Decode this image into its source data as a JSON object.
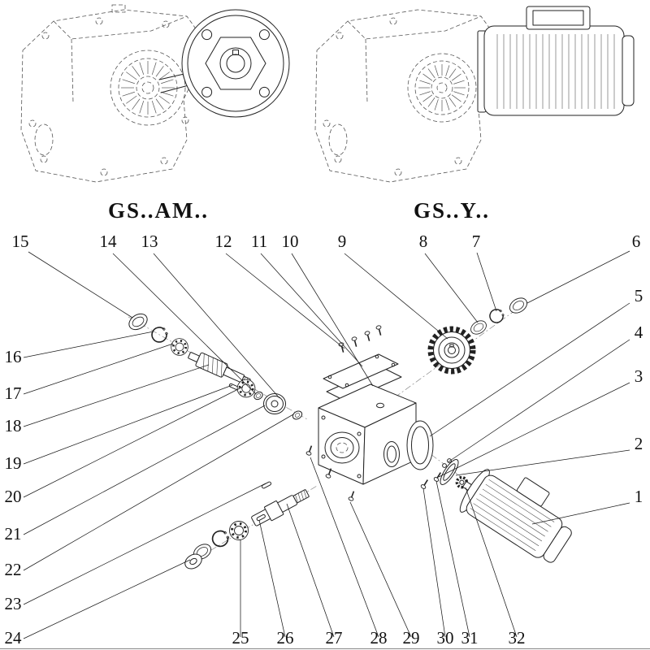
{
  "figure": {
    "variants": [
      {
        "label": "GS..AM.."
      },
      {
        "label": "GS..Y.."
      }
    ],
    "callouts": [
      "1",
      "2",
      "3",
      "4",
      "5",
      "6",
      "7",
      "8",
      "9",
      "10",
      "11",
      "12",
      "13",
      "14",
      "15",
      "16",
      "17",
      "18",
      "19",
      "20",
      "21",
      "22",
      "23",
      "24",
      "25",
      "26",
      "27",
      "28",
      "29",
      "30",
      "31",
      "32"
    ]
  },
  "colors": {
    "background": "#ffffff",
    "solid_line": "#222222",
    "hidden_line": "#555555",
    "text": "#111111"
  }
}
